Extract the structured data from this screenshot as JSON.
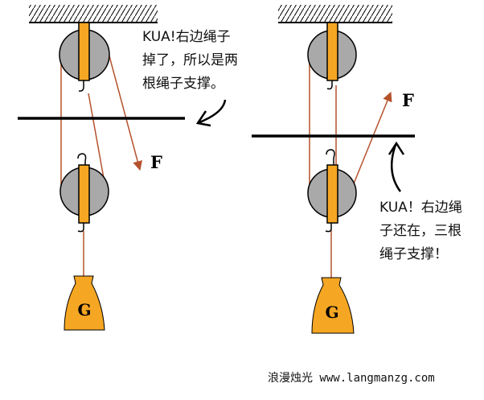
{
  "colors": {
    "pulley": "#a9a9a9",
    "axle": "#f5a623",
    "rope": "#b5522c",
    "bag": "#f5a623",
    "line": "#000000",
    "ceiling": "#000000"
  },
  "labels": {
    "force_left": "F",
    "force_right": "F",
    "weight_left": "G",
    "weight_right": "G"
  },
  "notes": {
    "left": [
      "KUA!右边绳子",
      "掉了，所以是两",
      "根绳子支撑。"
    ],
    "right": [
      "KUA！右边绳",
      "子还在，三根",
      "绳子支撑！"
    ]
  },
  "watermark": "浪漫烛光 www.langmanzg.com"
}
